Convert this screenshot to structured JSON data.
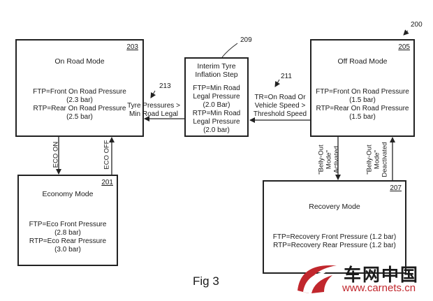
{
  "figure": {
    "ref_main": "200",
    "caption": "Fig 3"
  },
  "boxes": {
    "on_road": {
      "number": "203",
      "title": "On Road Mode",
      "lines": [
        "FTP=Front On Road Pressure",
        "(2.3 bar)",
        "RTP=Rear On Road Pressure",
        "(2.5 bar)"
      ]
    },
    "economy": {
      "number": "201",
      "title": "Economy Mode",
      "lines": [
        "FTP=Eco Front Pressure",
        "(2.8 bar)",
        "RTP=Eco Rear Pressure",
        "(3.0 bar)"
      ]
    },
    "interim": {
      "title_lines": [
        "Interim Tyre",
        "Inflation Step"
      ],
      "lines": [
        "FTP=Min Road",
        "Legal Pressure",
        "(2.0 Bar)",
        "RTP=Min Road",
        "Legal Pressure",
        "(2.0 bar)"
      ]
    },
    "off_road": {
      "number": "205",
      "title": "Off Road Mode",
      "lines": [
        "FTP=Front On Road Pressure",
        "(1.5 bar)",
        "RTP=Rear On Road Pressure",
        "(1.5 bar)"
      ]
    },
    "recovery": {
      "number": "207",
      "title": "Recovery Mode",
      "lines": [
        "FTP=Recovery Front Pressure (1.2 bar)",
        "RTP=Recovery Rear Pressure (1.2 bar)"
      ]
    }
  },
  "refs": {
    "interim": "209",
    "tr_label": "211",
    "tyre_label": "213"
  },
  "transitions": {
    "tyre_pressures": [
      "Tyre Pressures >",
      "Min Road Legal"
    ],
    "tr_on_road": [
      "TR=On Road Or",
      "Vehicle Speed >",
      "Threshold Speed"
    ],
    "eco_on": "ECO ON",
    "eco_off": "ECO OFF",
    "belly_activated": [
      "\"Belly-Out",
      "Mode\"",
      "Activated"
    ],
    "belly_deactivated": [
      "\"Belly-Out",
      "Mode\"",
      "Deactivated"
    ]
  },
  "watermark": {
    "brand": "车网中国",
    "url": "www.carnets.cn",
    "colors": {
      "logo": "#c1272d",
      "text": "#1a1a1a"
    }
  }
}
